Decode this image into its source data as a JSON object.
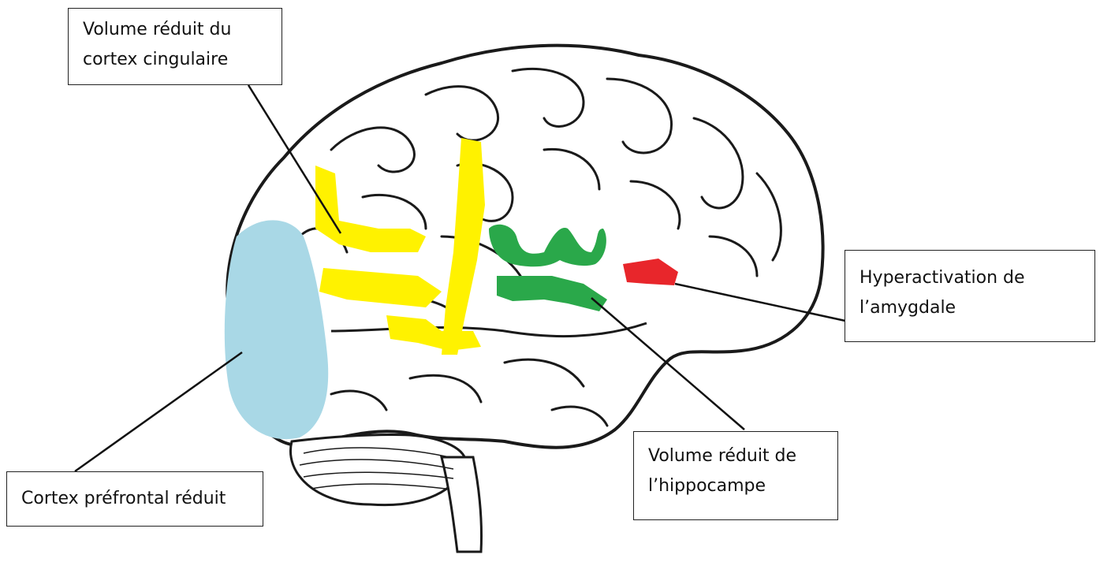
{
  "labels": {
    "cingulate": {
      "line1": "Volume réduit du",
      "line2": "cortex cingulaire"
    },
    "amygdala": {
      "line1": "Hyperactivation de",
      "line2": "l’amygdale"
    },
    "hippocampus": {
      "line1": "Volume réduit de",
      "line2": "l’hippocampe"
    },
    "prefrontal": {
      "line1": "Cortex préfrontal réduit"
    }
  },
  "colors": {
    "prefrontal_region": "#a9d8e6",
    "cingulate_region": "#fff200",
    "hippocampus_region": "#2aa84a",
    "amygdala_region": "#e8262b",
    "outline": "#1a1a1a"
  }
}
